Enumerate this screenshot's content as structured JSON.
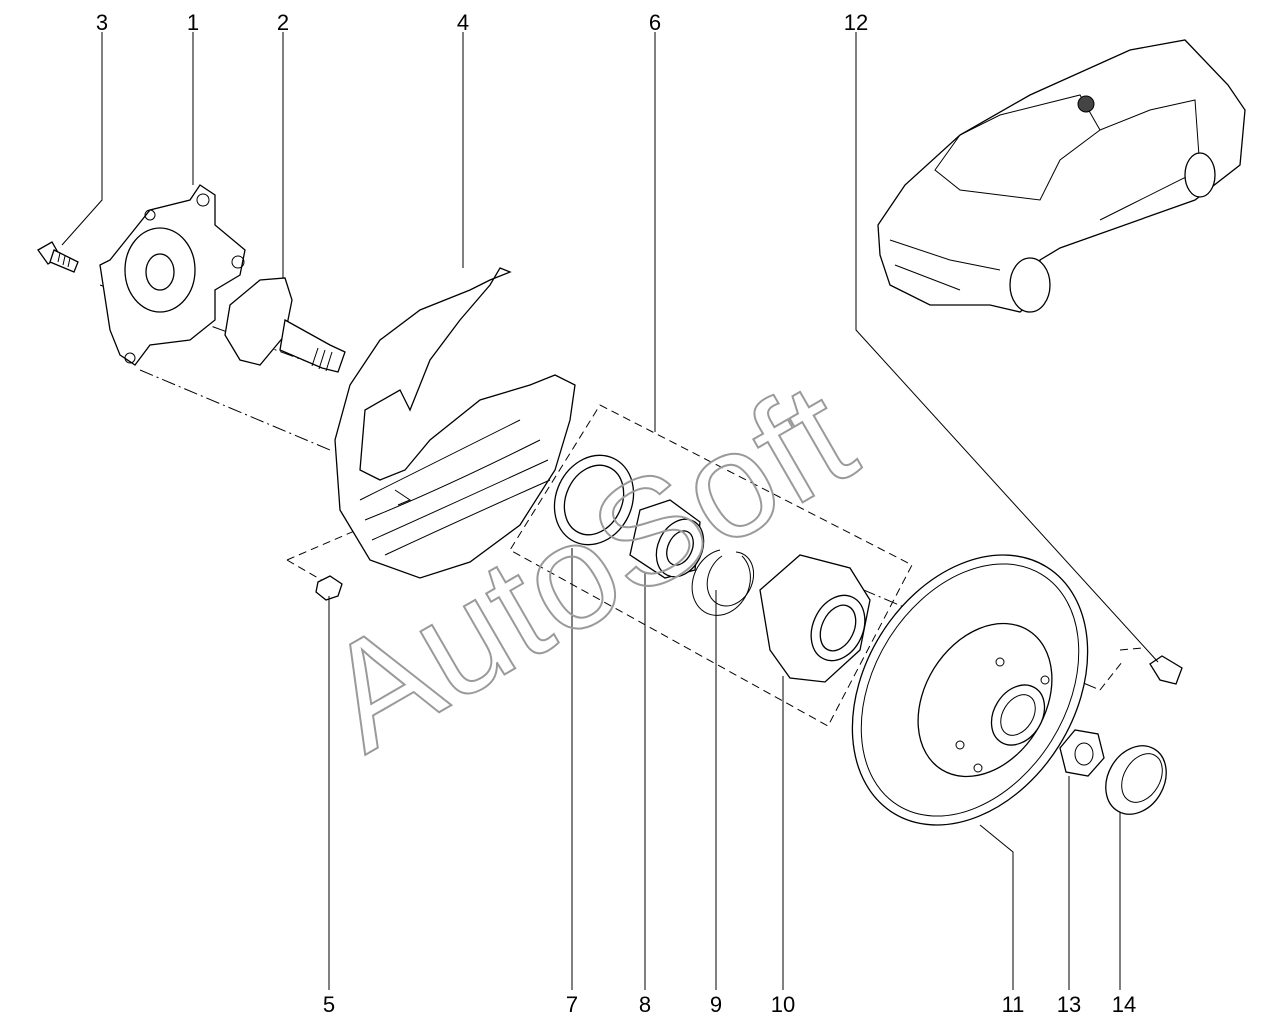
{
  "watermark": "AutoSoft",
  "callouts": [
    "1",
    "2",
    "3",
    "4",
    "5",
    "6",
    "7",
    "8",
    "9",
    "10",
    "11",
    "12",
    "13",
    "14"
  ],
  "colors": {
    "line": "#000000",
    "background": "#ffffff",
    "watermark": "#9a9a9a"
  }
}
